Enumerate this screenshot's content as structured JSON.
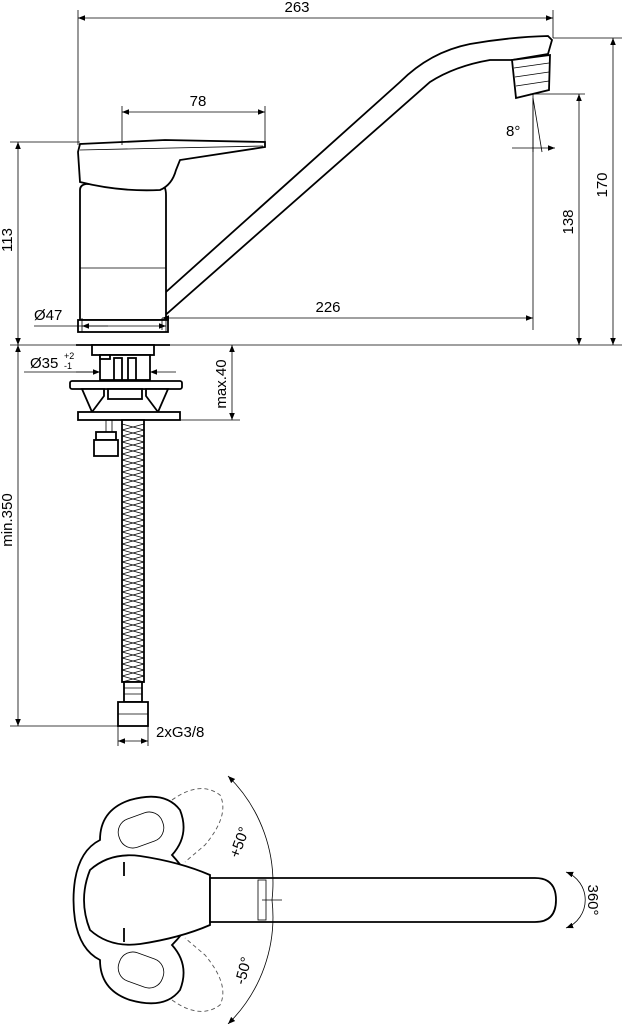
{
  "dimensions": {
    "total_length": "263",
    "lever_length": "78",
    "spout_angle": "8°",
    "height_total": "170",
    "height_spout": "138",
    "body_height": "113",
    "reach": "226",
    "base_diameter": "Ø47",
    "hole_diameter": "Ø35",
    "hole_tol_plus": "+2",
    "hole_tol_minus": "-1",
    "max_deck": "max.40",
    "hose_min": "min.350",
    "connection": "2xG3/8"
  },
  "plan_view": {
    "swing_plus": "+50°",
    "swing_minus": "-50°",
    "spout_rotation": "360°"
  },
  "colors": {
    "line": "#000000",
    "background": "#ffffff",
    "hidden": "#555555"
  }
}
